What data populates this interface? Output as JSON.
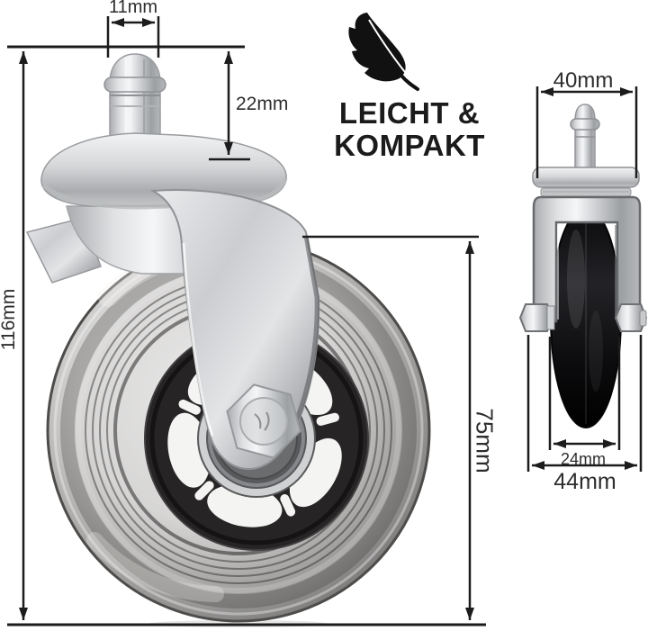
{
  "badge": {
    "icon": "feather",
    "line1": "LEICHT &",
    "line2": "KOMPAKT"
  },
  "dimensions": {
    "side_view": {
      "stem_width": "11mm",
      "stem_length": "22mm",
      "overall_height": "116mm",
      "wheel_diameter": "75mm"
    },
    "front_view": {
      "mount_width": "40mm",
      "wheel_width": "24mm",
      "overall_width": "44mm"
    }
  },
  "colors": {
    "background": "#ffffff",
    "dimension_lines": "#1c1c1c",
    "label_text": "#2d2d2d",
    "headline_text": "#1b1b1b",
    "tire_translucent": "#6e6b69",
    "hub": "#262425",
    "front_wheel": "#0c0c0e",
    "metal": "#d6d8da"
  }
}
